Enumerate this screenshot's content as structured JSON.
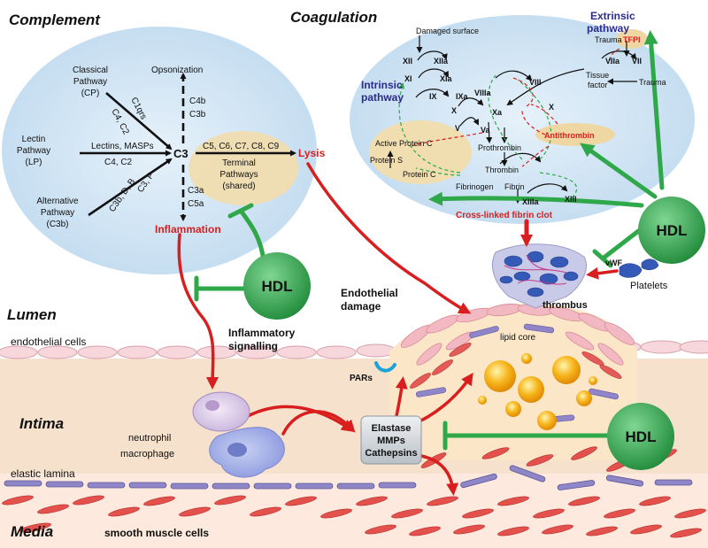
{
  "sections": {
    "complement": "Complement",
    "coagulation": "Coagulation",
    "lumen": "Lumen",
    "intima": "Intima",
    "media": "Media"
  },
  "complement": {
    "classical": [
      "Classical",
      "Pathway",
      "(CP)"
    ],
    "lectin": [
      "Lectin",
      "Pathway",
      "(LP)"
    ],
    "alternative": [
      "Alternative",
      "Pathway",
      "(C3b)"
    ],
    "c1qrs": "C1qrs",
    "c4c2_top": "C4, C2",
    "lectins_masps": "Lectins, MASPs",
    "c4c2_mid": "C4, C2",
    "c3bdb": "C3b, D, B",
    "c3p": "C3, P",
    "opsonization": "Opsonization",
    "c4b": "C4b",
    "c3b": "C3b",
    "c3": "C3",
    "c5_c9": "C5, C6, C7, C8, C9",
    "terminal": [
      "Terminal",
      "Pathways",
      "(shared)"
    ],
    "lysis": "Lysis",
    "c3a": "C3a",
    "c5a": "C5a",
    "inflammation": "Inflammation"
  },
  "coagulation": {
    "extrinsic": [
      "Extrinsic",
      "pathway"
    ],
    "intrinsic": [
      "Intrinsic",
      "pathway"
    ],
    "damaged_surface": "Damaged surface",
    "xii": "XII",
    "xiia": "XIIa",
    "xi": "XI",
    "xia": "XIa",
    "ix": "IX",
    "ixa": "IXa",
    "viiia": "VIIIa",
    "viii": "VIII",
    "x_left": "X",
    "xa": "Xa",
    "x_right": "X",
    "v": "V",
    "va": "Va",
    "trauma_top": "Trauma",
    "tfpi": "TFPI",
    "viia": "VIIa",
    "vii": "VII",
    "tissue_factor": [
      "Tissue",
      "factor"
    ],
    "trauma_right": "Trauma",
    "prothrombin": "Prothrombin",
    "antithrombin": "Antithrombin",
    "thrombin": "Thrombin",
    "active_protein_c": "Active Protein C",
    "protein_s": "Protein S",
    "protein_c": "Protein C",
    "fibrinogen": "Fibrinogen",
    "fibrin": "Fibrin",
    "xiiia": "XIIIa",
    "xiii": "XIII",
    "clot": "Cross-linked fibrin clot"
  },
  "hdl_label": "HDL",
  "thrombus": "thrombus",
  "vwf": "vWF",
  "platelets": "Platelets",
  "endothelial_damage": [
    "Endothelial",
    "damage"
  ],
  "inflammatory_signalling": [
    "Inflammatory",
    "signalling"
  ],
  "endothelial_cells": "endothelial cells",
  "lipid_core": "lipid core",
  "pars": "PARs",
  "neutrophil": "neutrophil",
  "macrophage": "macrophage",
  "enzymes": [
    "Elastase",
    "MMPs",
    "Cathepsins"
  ],
  "elastic_lamina": "elastic lamina",
  "smooth_muscle": "smooth muscle cells",
  "colors": {
    "inhibit_green": "#2fa84a",
    "promote_red": "#d81e1e",
    "bubble_blue": "#cde3f3",
    "intima_tan": "#f6e1cc"
  }
}
